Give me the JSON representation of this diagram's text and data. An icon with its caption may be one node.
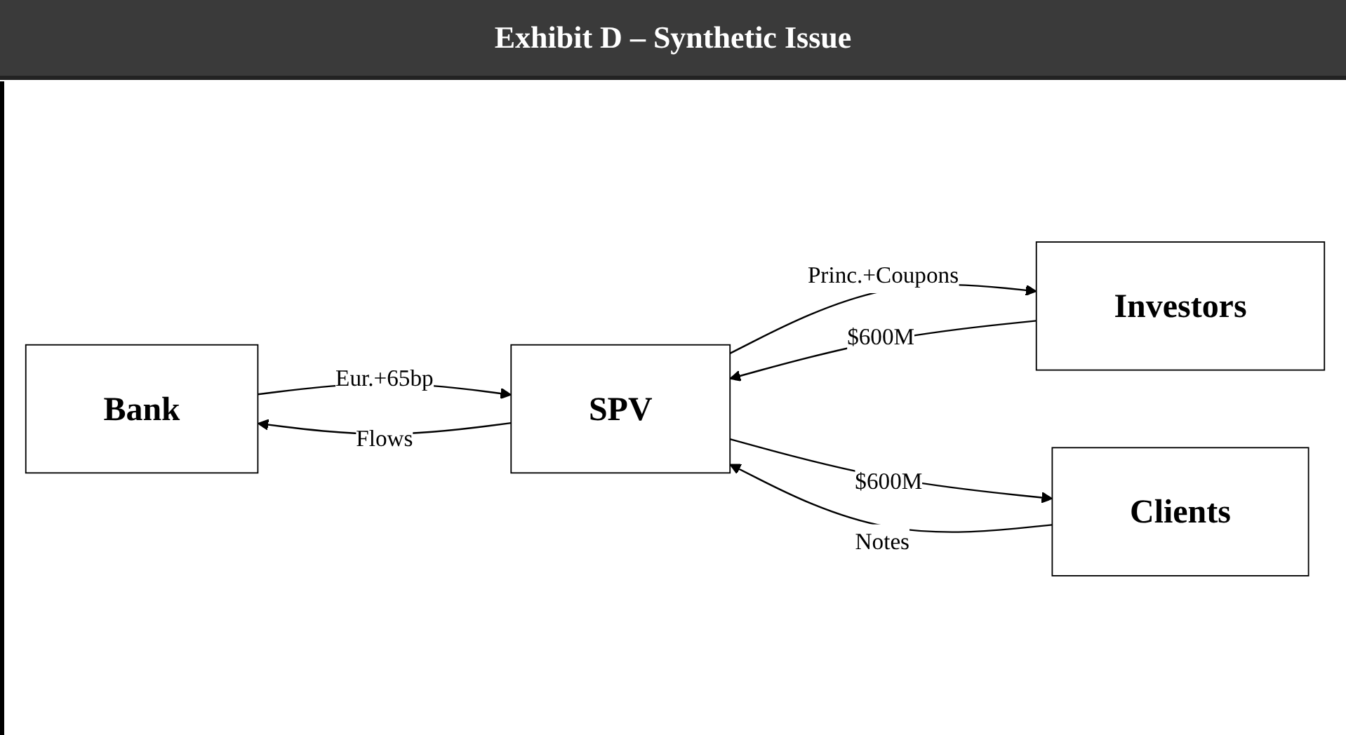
{
  "diagram": {
    "title": "Exhibit D – Synthetic Issue",
    "nodes": [
      {
        "text": [
          "Bank"
        ]
      },
      {
        "text": [
          "SPV"
        ]
      },
      {
        "text": [
          "Investors"
        ]
      },
      {
        "text": [
          "Clients"
        ]
      }
    ],
    "edges": [
      {
        "from": 0,
        "to": 1,
        "arrow": "to",
        "label": "Eur.+65bp"
      },
      {
        "from": 1,
        "to": 0,
        "arrow": "to",
        "label": "Flows"
      },
      {
        "from": 1,
        "to": 2,
        "arrow": "to",
        "label": "Princ.+Coupons"
      },
      {
        "from": 2,
        "to": 1,
        "arrow": "to",
        "label": "$600M"
      },
      {
        "from": 3,
        "to": 1,
        "arrow": "to",
        "label": "Notes"
      },
      {
        "from": 1,
        "to": 3,
        "arrow": "to",
        "label": "$600M"
      }
    ]
  }
}
